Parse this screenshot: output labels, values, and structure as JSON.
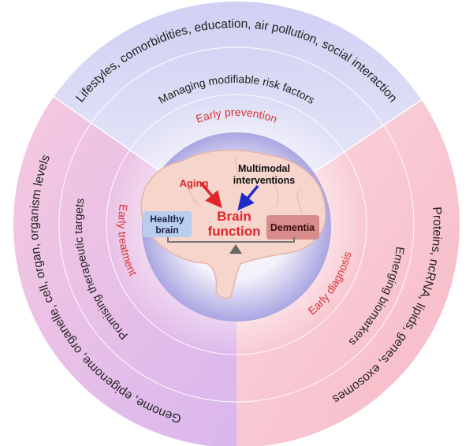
{
  "top": {
    "outer": "Lifestyles, comorbidities, education, air pollution, social interaction",
    "middle": "Managing modifiable risk factors",
    "inner": "Early prevention"
  },
  "left": {
    "outer": "Genome, epigenome, organelle, cell, organ, organism levels",
    "middle": "Promising therapeutic targets",
    "inner": "Early treatment"
  },
  "right": {
    "outer": "Proteins, ncRNA, lipids, genes, exosomes",
    "middle": "Emerging biomarkers",
    "inner": "Early diagnosis"
  },
  "center": {
    "aging": "Aging",
    "interventions_line1": "Multimodal",
    "interventions_line2": "interventions",
    "brain_line1": "Brain",
    "brain_line2": "function",
    "healthy_line1": "Healthy",
    "healthy_line2": "brain",
    "dementia": "Dementia"
  },
  "colors": {
    "red": "#e0262b",
    "blue": "#1f2bc8",
    "stage_label": "#d93434"
  }
}
